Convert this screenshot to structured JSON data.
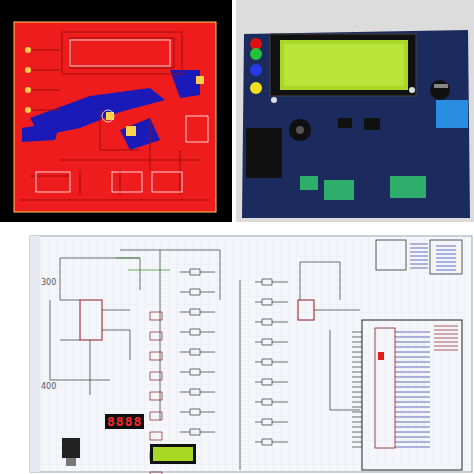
{
  "diagram": {
    "labels": [
      "300",
      "400",
      "8888"
    ]
  }
}
